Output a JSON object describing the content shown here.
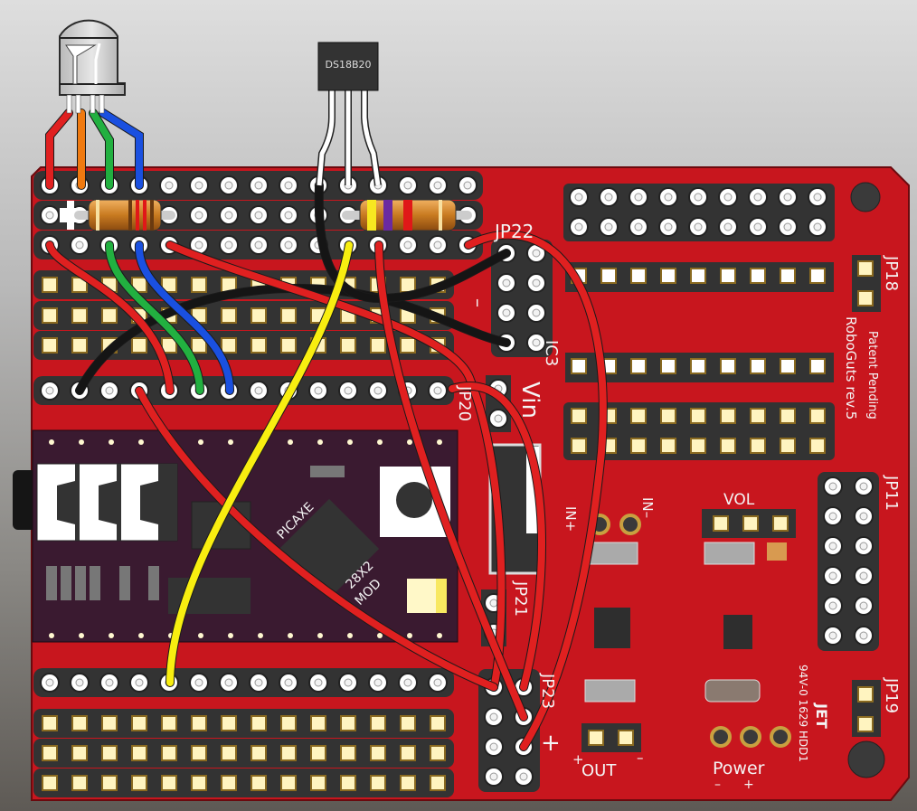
{
  "board": {
    "name": "RoboGuts rev.5",
    "patent": "Patent Pending",
    "cert_line1": "94V-0 1629 HDD1",
    "cert_brand": "JET",
    "colors": {
      "pcb": "#c8161e",
      "mask_dark": "#3a3a3a",
      "module": "#3a1a30",
      "background_top": "#dcdcdc",
      "background_bottom": "#5e5a55"
    }
  },
  "components": {
    "sensor_label": "DS18B20",
    "module_label1": "PICAXE",
    "module_label2": "28X2",
    "module_label3": "MOD"
  },
  "silkscreen": {
    "jp22": "JP22",
    "ic3": "IC3",
    "jp20": "JP20",
    "vin": "Vin",
    "jp21": "JP21",
    "jp23": "JP23",
    "plus": "+",
    "minus": "–",
    "jp18": "JP18",
    "jp11": "JP11",
    "jp19": "JP19",
    "vol": "VOL",
    "in_plus": "IN+",
    "in_minus": "IN–",
    "out": "OUT",
    "out_plus": "+",
    "out_minus": "–",
    "power": "Power",
    "power_minus": "–",
    "power_plus": "+"
  },
  "wires": [
    {
      "name": "led-red-lead",
      "color": "#e02020"
    },
    {
      "name": "led-orange-lead",
      "color": "#f07a10"
    },
    {
      "name": "led-green-lead",
      "color": "#22b040"
    },
    {
      "name": "led-blue-lead",
      "color": "#1a50e0"
    },
    {
      "name": "black-wire",
      "color": "#151515"
    },
    {
      "name": "yellow-wire",
      "color": "#f8ee10"
    },
    {
      "name": "red-wire",
      "color": "#e02020"
    }
  ]
}
